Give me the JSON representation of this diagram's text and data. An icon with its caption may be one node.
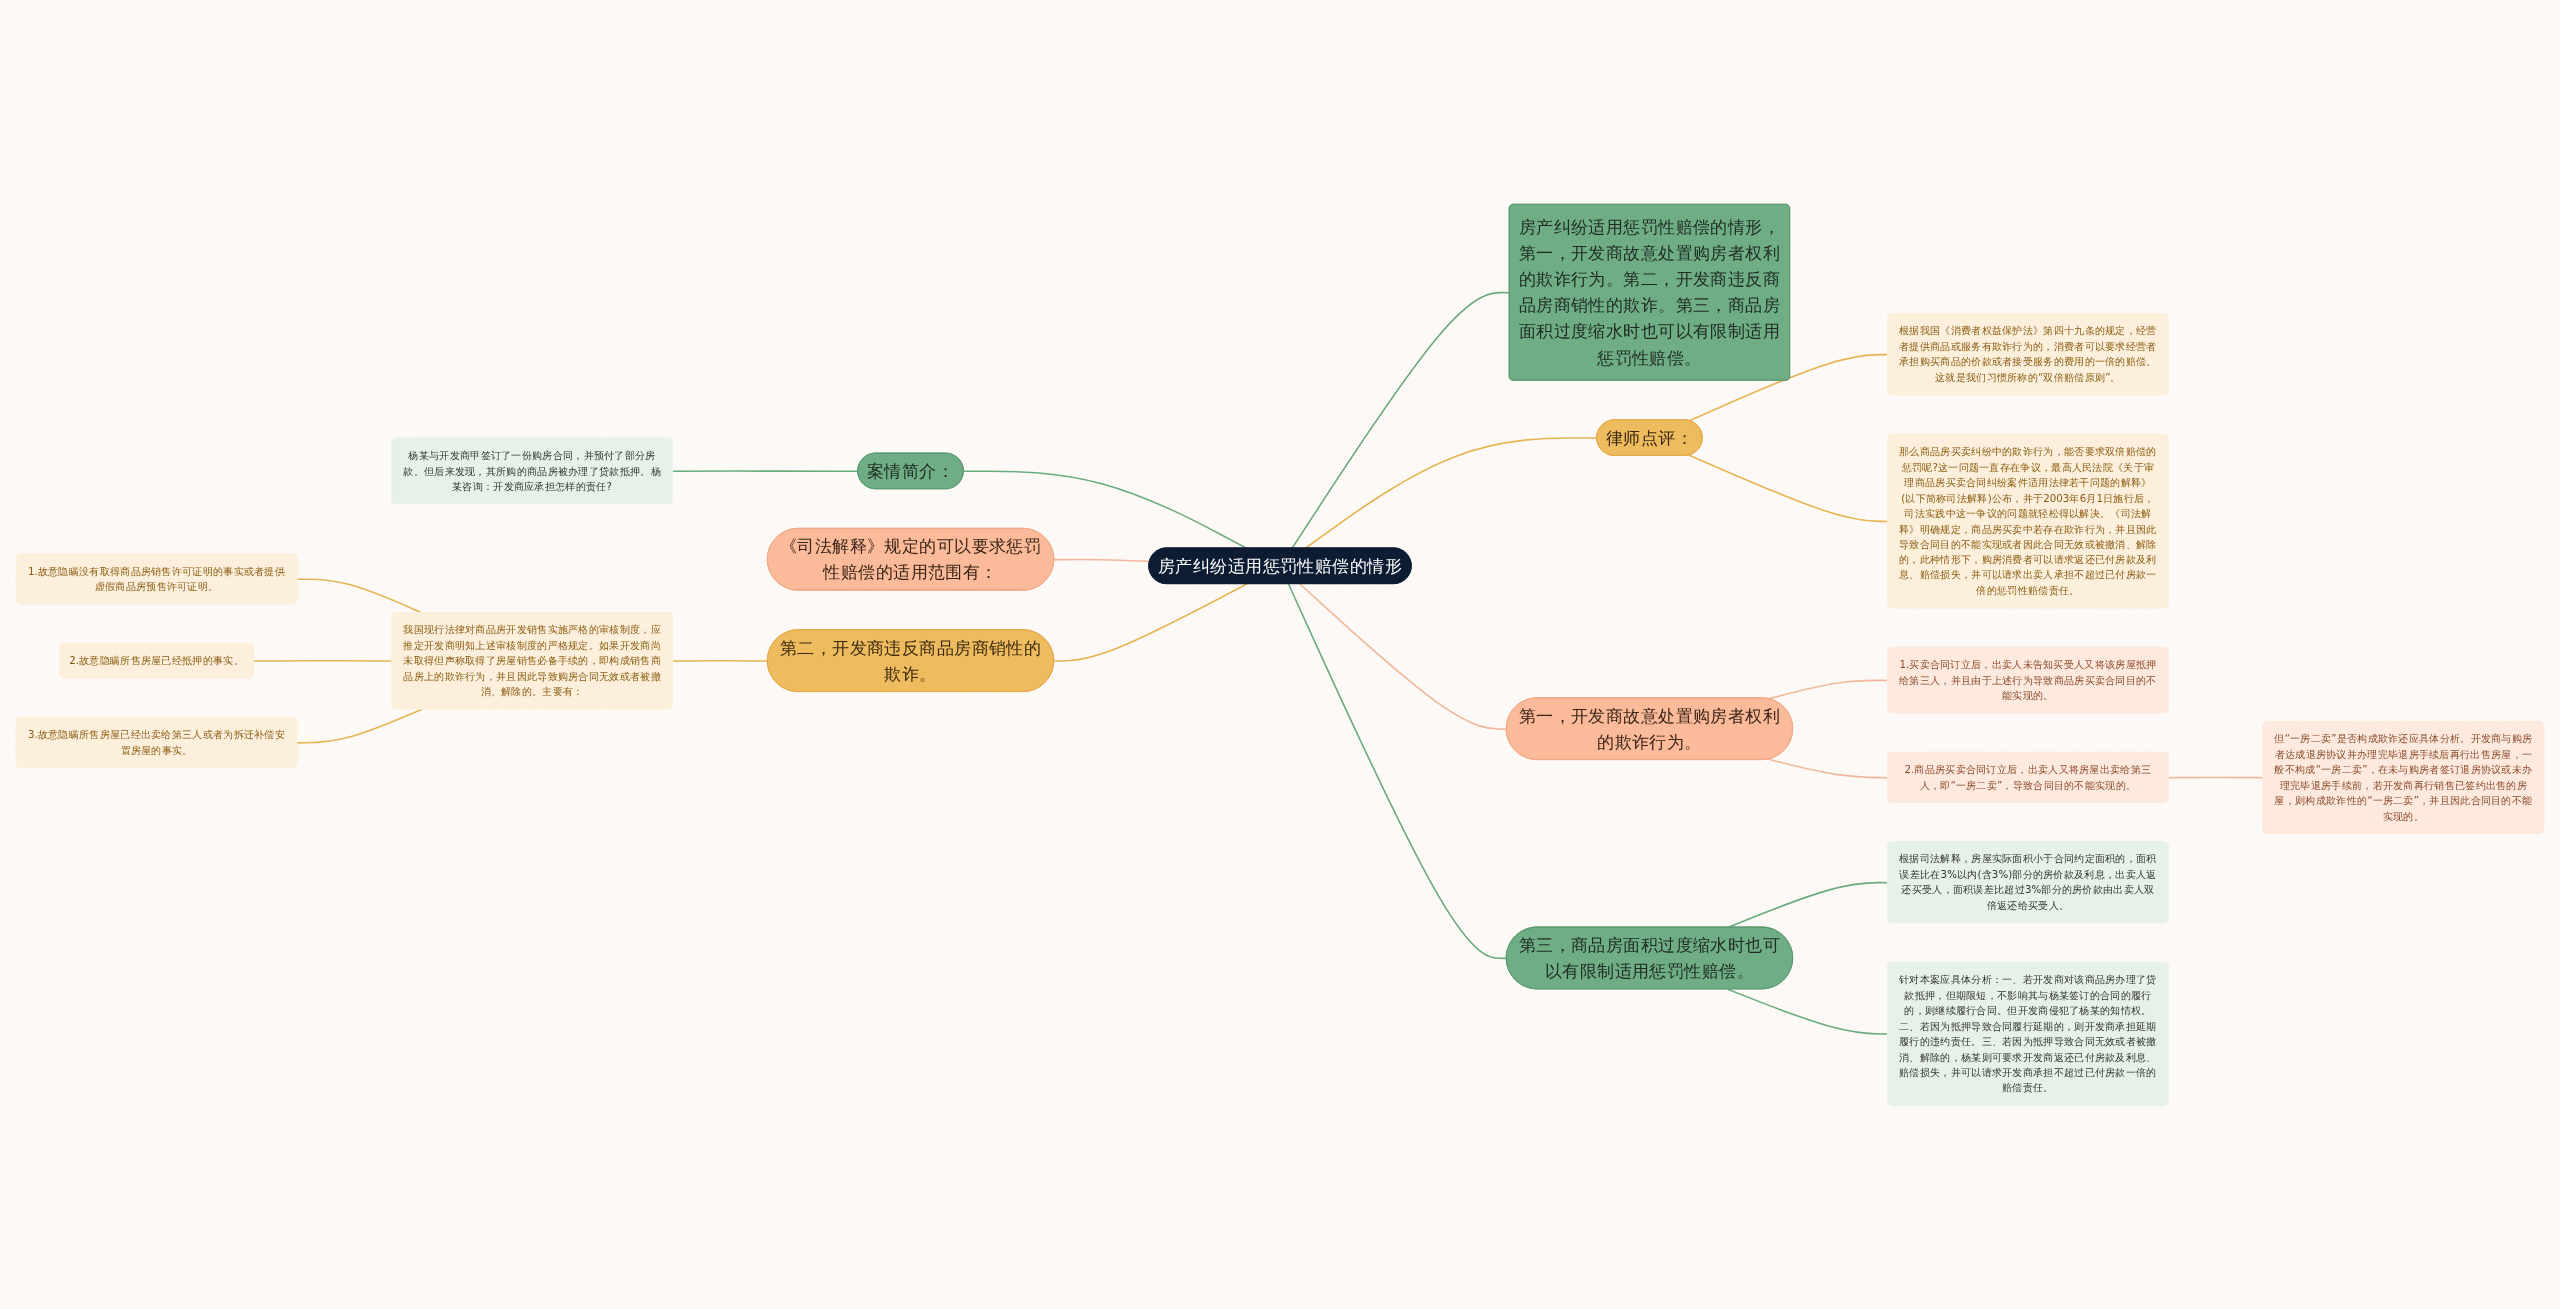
{
  "diagram": {
    "nodes": [
      {
        "text": [
          "房产纠纷适用惩罚性赔偿的情形"
        ]
      },
      {
        "text": [
          "房产纠纷适用惩罚性赔偿的情形，第一，开发商故意处置购房者权利的欺诈行为。第二，开发商违反商品房商销性的欺诈。第三，商品房面积过度缩水时也可以有限制适用惩罚性赔偿。"
        ]
      },
      {
        "text": [
          "律师点评："
        ]
      },
      {
        "text": [
          "根据我国《消费者权益保护法》第四十九条的规定，经营者提供商品或服务有欺诈行为的，消费者可以要求经营者承担购买商品的价款或者接受服务的费用的一倍的赔偿。这就是我们习惯所称的“双倍赔偿原则”。"
        ]
      },
      {
        "text": [
          "那么商品房买卖纠纷中的欺诈行为，能否要求双倍赔偿的惩罚呢?这一问题一直存在争议，最高人民法院《关于审理商品房买卖合同纠纷案件适用法律若干问题的解释》(以下简称司法解释)公布，并于2003年6月1日施行后，司法实践中这一争议的问题就轻松得以解决。《司法解释》明确规定，商品房买卖中若存在欺诈行为，并且因此导致合同目的不能实现或者因此合同无效或被撤消、解除的，此种情形下，购房消费者可以请求返还已付房款及利息、赔偿损失，并可以请求出卖人承担不超过已付房款一倍的惩罚性赔偿责任。"
        ]
      },
      {
        "text": [
          "第一，开发商故意处置购房者权利的欺诈行为。"
        ]
      },
      {
        "text": [
          "1.买卖合同订立后，出卖人未告知买受人又将该房屋抵押给第三人，并且由于上述行为导致商品房买卖合同目的不能实现的。"
        ]
      },
      {
        "text": [
          "2.商品房买卖合同订立后，出卖人又将房屋出卖给第三人，即“一房二卖”，导致合同目的不能实现的。"
        ]
      },
      {
        "text": [
          "但“一房二卖”是否构成欺诈还应具体分析。开发商与购房者达成退房协议并办理完毕退房手续后再行出售房屋，一般不构成“一房二卖”，在未与购房者签订退房协议或未办理完毕退房手续前，若开发商再行销售已签约出售的房屋，则构成欺诈性的“一房二卖”，并且因此合同目的不能实现的。"
        ]
      },
      {
        "text": [
          "第三，商品房面积过度缩水时也可以有限制适用惩罚性赔偿。"
        ]
      },
      {
        "text": [
          "根据司法解释，房屋实际面积小于合同约定面积的，面积误差比在3%以内(含3%)部分的房价款及利息，出卖人返还买受人，面积误差比超过3%部分的房价款由出卖人双倍返还给买受人。"
        ]
      },
      {
        "text": [
          "针对本案应具体分析：一、若开发商对该商品房办理了贷款抵押，但期限短，不影响其与杨某签订的合同的履行的，则继续履行合同。但开发商侵犯了杨某的知情权。二、若因为抵押导致合同履行延期的，则开发商承担延期履行的违约责任。三、若因为抵押导致合同无效或者被撤消、解除的，杨某则可要求开发商返还已付房款及利息、赔偿损失，并可以请求开发商承担不超过已付房款一倍的赔偿责任。"
        ]
      },
      {
        "text": [
          "案情简介："
        ]
      },
      {
        "text": [
          "杨某与开发商甲签订了一份购房合同，并预付了部分房款。但后来发现，其所购的商品房被办理了贷款抵押。杨某咨询：开发商应承担怎样的责任?"
        ]
      },
      {
        "text": [
          "《司法解释》规定的可以要求惩罚性赔偿的适用范围有："
        ]
      },
      {
        "text": [
          "第二，开发商违反商品房商销性的欺诈。"
        ]
      },
      {
        "text": [
          "我国现行法律对商品房开发销售实施严格的审核制度，应推定开发商明知上述审核制度的严格规定。如果开发商尚未取得但声称取得了房屋销售必备手续的，即构成销售商品房上的欺诈行为，并且因此导致购房合同无效或者被撤消、解除的。主要有："
        ]
      },
      {
        "text": [
          "1.故意隐瞒没有取得商品房销售许可证明的事实或者提供虚假商品房预售许可证明。"
        ]
      },
      {
        "text": [
          "2.故意隐瞒所售房屋已经抵押的事实。"
        ]
      },
      {
        "text": [
          "3.故意隐瞒所售房屋已经出卖给第三人或者为拆迁补偿安置房屋的事实。"
        ]
      }
    ],
    "edges": [
      {
        "from": 0,
        "to": 1,
        "arrow": "none",
        "color": "#6aaa7f"
      },
      {
        "from": 0,
        "to": 2,
        "arrow": "none"
      },
      {
        "from": 2,
        "to": 3,
        "arrow": "none"
      },
      {
        "from": 2,
        "to": 4,
        "arrow": "none"
      },
      {
        "from": 0,
        "to": 5,
        "arrow": "none",
        "color": "#f0b89a"
      },
      {
        "from": 5,
        "to": 6,
        "arrow": "none",
        "color": "#f0b89a"
      },
      {
        "from": 5,
        "to": 7,
        "arrow": "none",
        "color": "#f0b89a"
      },
      {
        "from": 7,
        "to": 8,
        "arrow": "none",
        "color": "#f0b89a"
      },
      {
        "from": 0,
        "to": 9,
        "arrow": "none",
        "color": "#6aaa7f"
      },
      {
        "from": 9,
        "to": 10,
        "arrow": "none",
        "color": "#6aaa7f"
      },
      {
        "from": 9,
        "to": 11,
        "arrow": "none",
        "color": "#6aaa7f"
      },
      {
        "from": 0,
        "to": 12,
        "arrow": "none",
        "color": "#6aaa7f"
      },
      {
        "from": 12,
        "to": 13,
        "arrow": "none",
        "color": "#6aaa7f"
      },
      {
        "from": 0,
        "to": 14,
        "arrow": "none",
        "color": "#f0b89a"
      },
      {
        "from": 0,
        "to": 15,
        "arrow": "none"
      },
      {
        "from": 15,
        "to": 16,
        "arrow": "none"
      },
      {
        "from": 16,
        "to": 17,
        "arrow": "none"
      },
      {
        "from": 16,
        "to": 18,
        "arrow": "none"
      },
      {
        "from": 16,
        "to": 19,
        "arrow": "none"
      }
    ]
  }
}
